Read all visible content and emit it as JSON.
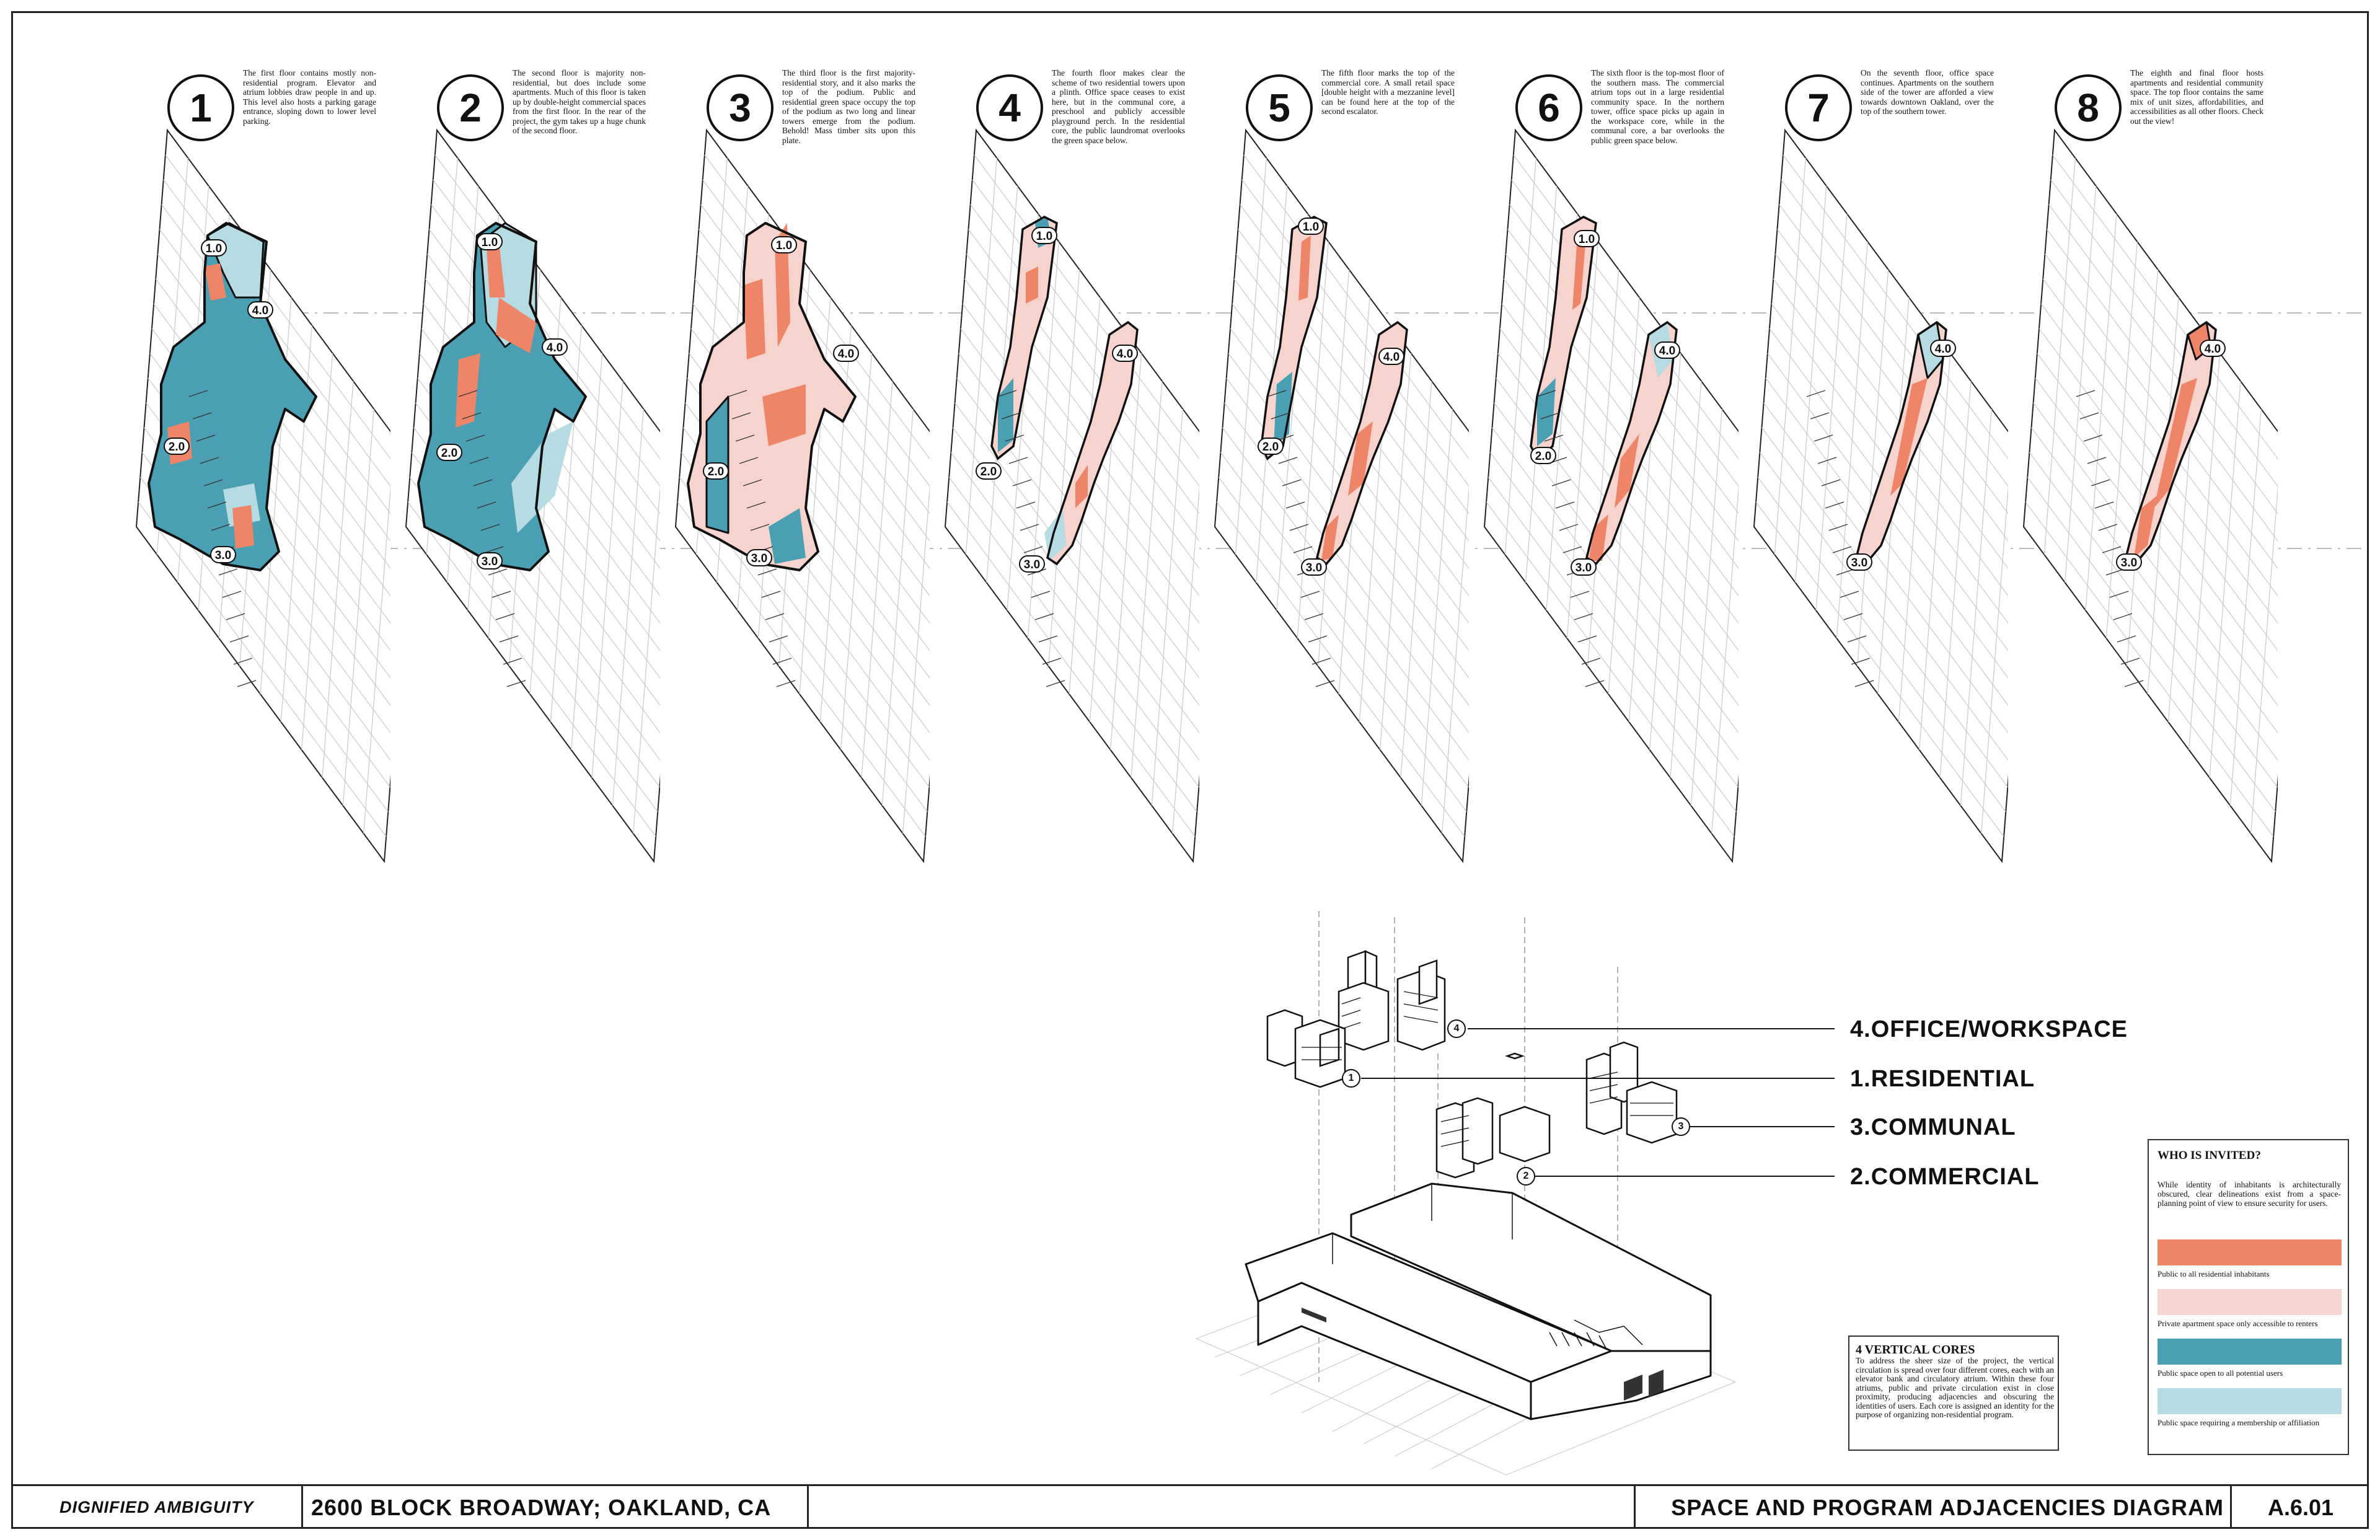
{
  "floors": [
    {
      "number": "1",
      "text": "The first floor contains mostly non-residential program. Elevator and atrium lobbies draw people in and up. This level also hosts a parking garage entrance, sloping down to lower level parking."
    },
    {
      "number": "2",
      "text": "The second floor is majority non-residential, but does include some apartments. Much of this floor is taken up by double-height commercial spaces from the first floor. In the rear of the project, the gym takes up a huge chunk of the second floor."
    },
    {
      "number": "3",
      "text": "The third floor is the first majority-residential story, and it also marks the top of the podium. Public and residential green space occupy the top of the podium as two long and linear towers emerge from the podium. Behold! Mass timber sits upon this plate."
    },
    {
      "number": "4",
      "text": "The fourth floor makes clear the scheme of two residential towers upon a plinth. Office space ceases to exist here, but in the communal core, a preschool and publicly accessible playground perch. In the residential core, the public laundromat overlooks the green space below."
    },
    {
      "number": "5",
      "text": "The fifth floor marks the top of the commercial core. A small retail space [double height with a mezzanine level] can be found here at the top of the second escalator."
    },
    {
      "number": "6",
      "text": "The sixth floor is the top-most floor of the southern mass. The commercial atrium tops out in a large residential community space. In the northern tower, office space picks up again in the workspace core, while in the communal core, a bar overlooks the public green space below."
    },
    {
      "number": "7",
      "text": "On the seventh floor, office space continues. Apartments on the southern side of the tower are afforded a view towards downtown Oakland, over the top of the southern tower."
    },
    {
      "number": "8",
      "text": "The eighth and final floor hosts apartments and residential community space. The top floor contains the same mix of unit sizes, affordabilities, and accessibilities as all other floors. Check out the view!"
    }
  ],
  "core_tags": [
    "1.0",
    "2.0",
    "3.0",
    "4.0"
  ],
  "core_callouts": [
    "4",
    "1",
    "3",
    "2"
  ],
  "programs": [
    "4.OFFICE/WORKSPACE",
    "1.RESIDENTIAL",
    "3.COMMUNAL",
    "2.COMMERCIAL"
  ],
  "cores_box": {
    "title": "4 VERTICAL CORES",
    "text": "To address the sheer size of the project, the vertical circulation is spread over four different cores, each with an elevator bank and circulatory atrium. Within these four atriums, public and private circulation exist in close proximity, producing adjacencies and obscuring the identities of users. Each core is assigned an identity for the purpose of organizing non-residential program."
  },
  "who_box": {
    "title": "WHO IS INVITED?",
    "text": "While identity of inhabitants is architecturally obscured, clear delineations exist from a space-planning point of view to ensure security for users.",
    "legend": [
      {
        "label": "Public to all residential inhabitants",
        "color": "#ee8569"
      },
      {
        "label": "Private apartment space only accessible to renters",
        "color": "#f6d3cc"
      },
      {
        "label": "Public space open to all potential users",
        "color": "#4a9fb3"
      },
      {
        "label": "Public space requiring a membership or affiliation",
        "color": "#b6dbe2"
      }
    ]
  },
  "title_block": {
    "project_tag": "DIGNIFIED AMBIGUITY",
    "address": "2600 BLOCK BROADWAY; OAKLAND, CA",
    "sheet_title": "SPACE AND PROGRAM ADJACENCIES DIAGRAM",
    "sheet_number": "A.6.01"
  },
  "colors": {
    "coral": "#ee8569",
    "pale_coral": "#f6d3cc",
    "teal": "#4a9fb3",
    "pale_teal": "#b6dbe2",
    "line": "#1a1a1a",
    "grid": "#c9c9c9"
  }
}
